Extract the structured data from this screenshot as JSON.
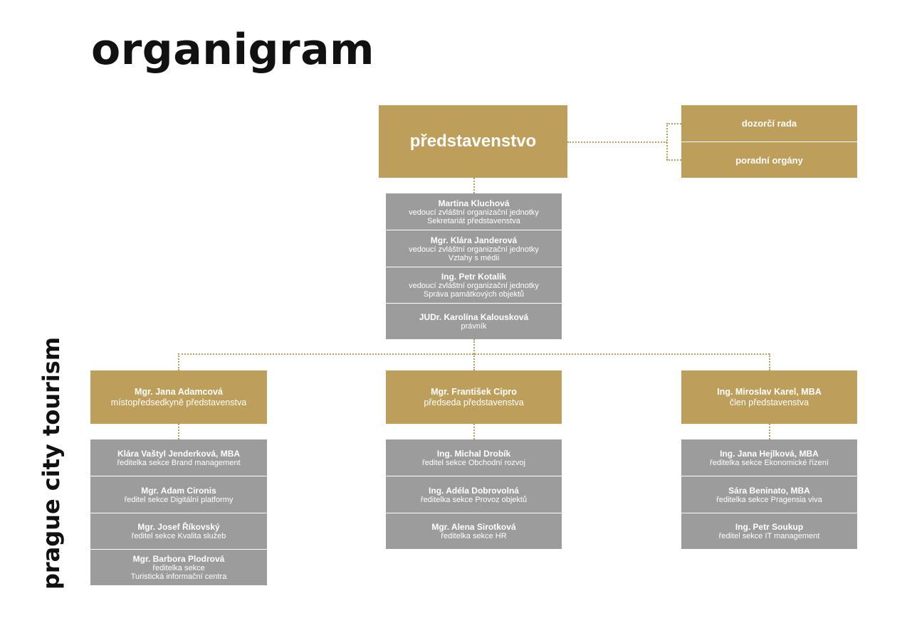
{
  "title": "organigram",
  "brand": "prague city tourism",
  "colors": {
    "gold": "#bd9f5b",
    "grey": "#9c9c9c",
    "connector": "#bd9f5b"
  },
  "board": {
    "label": "představenstvo"
  },
  "side_bodies": [
    "dozorčí rada",
    "poradní orgány"
  ],
  "staff": [
    {
      "name": "Martina Kluchová",
      "role": [
        "vedoucí zvláštní organizační jednotky",
        "Sekretariát představenstva"
      ]
    },
    {
      "name": "Mgr. Klára Janderová",
      "role": [
        "vedoucí zvláštní organizační jednotky",
        "Vztahy s médii"
      ]
    },
    {
      "name": "Ing. Petr Kotalík",
      "role": [
        "vedoucí zvláštní organizační jednotky",
        "Správa památkových objektů"
      ]
    },
    {
      "name": "JUDr. Karolína Kalousková",
      "role": [
        "právník"
      ]
    }
  ],
  "columns": [
    {
      "leader": {
        "name": "Mgr. Jana Adamcová",
        "role": "místopředsedkyně představenstva"
      },
      "members": [
        {
          "name": "Klára Vaštyl Jenderková, MBA",
          "role": [
            "ředitelka sekce Brand management"
          ]
        },
        {
          "name": "Mgr. Adam Cironis",
          "role": [
            "ředitel sekce Digitální platformy"
          ]
        },
        {
          "name": "Mgr. Josef Říkovský",
          "role": [
            "ředitel sekce Kvalita služeb"
          ]
        },
        {
          "name": "Mgr. Barbora Plodrová",
          "role": [
            "ředitelka sekce",
            "Turistická informační centra"
          ]
        }
      ]
    },
    {
      "leader": {
        "name": "Mgr. František Cipro",
        "role": "předseda představenstva"
      },
      "members": [
        {
          "name": "Ing. Michal Drobík",
          "role": [
            "ředitel sekce Obchodní rozvoj"
          ]
        },
        {
          "name": "Ing. Adéla Dobrovolná",
          "role": [
            "ředitelka sekce Provoz objektů"
          ]
        },
        {
          "name": "Mgr. Alena Sirotková",
          "role": [
            "ředitelka sekce HR"
          ]
        }
      ]
    },
    {
      "leader": {
        "name": "Ing. Miroslav Karel, MBA",
        "role": "člen představenstva"
      },
      "members": [
        {
          "name": "Ing. Jana Hejlková, MBA",
          "role": [
            "ředitelka sekce Ekonomické řízení"
          ]
        },
        {
          "name": "Sára Beninato, MBA",
          "role": [
            "ředitelka sekce Pragensia viva"
          ]
        },
        {
          "name": "Ing. Petr Soukup",
          "role": [
            "ředitel sekce IT management"
          ]
        }
      ]
    }
  ]
}
